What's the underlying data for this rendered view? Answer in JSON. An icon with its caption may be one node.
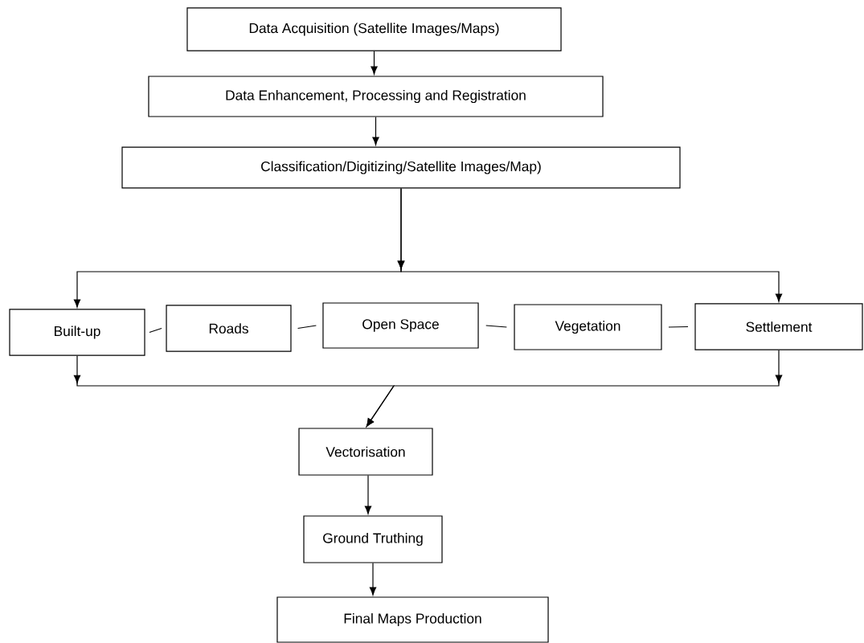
{
  "diagram": {
    "nodes": [
      {
        "text": [
          "Data Acquisition (Satellite Images/Maps)"
        ]
      },
      {
        "text": [
          "Data Enhancement, Processing and Registration"
        ]
      },
      {
        "text": [
          "Classification/Digitizing/Satellite Images/Map)"
        ]
      },
      {
        "text": [
          "Built-up"
        ]
      },
      {
        "text": [
          "Roads"
        ]
      },
      {
        "text": [
          "Open Space"
        ]
      },
      {
        "text": [
          "Vegetation"
        ]
      },
      {
        "text": [
          "Settlement"
        ]
      },
      {
        "text": [
          "Vectorisation"
        ]
      },
      {
        "text": [
          "Ground Truthing"
        ]
      },
      {
        "text": [
          "Final Maps Production"
        ]
      }
    ],
    "edges": [
      {
        "from": 0,
        "to": 1,
        "arrow": "to"
      },
      {
        "from": 1,
        "to": 2,
        "arrow": "to"
      },
      {
        "from": 2,
        "to": 3,
        "arrow": "to"
      },
      {
        "from": 2,
        "to": 7,
        "arrow": "to"
      },
      {
        "from": 3,
        "to": 4,
        "arrow": "none"
      },
      {
        "from": 4,
        "to": 5,
        "arrow": "none"
      },
      {
        "from": 5,
        "to": 6,
        "arrow": "none"
      },
      {
        "from": 6,
        "to": 7,
        "arrow": "none"
      },
      {
        "from": 3,
        "to": 8,
        "arrow": "to"
      },
      {
        "from": 7,
        "to": 8,
        "arrow": "to"
      },
      {
        "from": 8,
        "to": 9,
        "arrow": "to"
      },
      {
        "from": 9,
        "to": 10,
        "arrow": "to"
      }
    ]
  }
}
